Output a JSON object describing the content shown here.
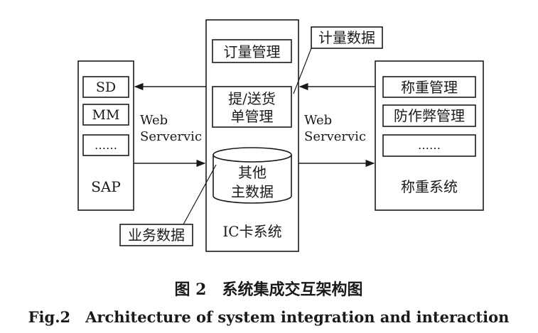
{
  "sap": {
    "modules": [
      "SD",
      "MM",
      "……"
    ],
    "label": "SAP"
  },
  "ic": {
    "boxes": [
      "订量管理",
      "提/送货",
      "单管理"
    ],
    "db_line1": "其他",
    "db_line2": "主数据",
    "label": "IC卡系统"
  },
  "weigh": {
    "modules": [
      "称重管理",
      "防作弊管理",
      "……"
    ],
    "label": "称重系统"
  },
  "links": {
    "left_line1": "Web",
    "left_line2": "Servervic",
    "right_line1": "Web",
    "right_line2": "Servervic"
  },
  "callouts": {
    "metering": "计量数据",
    "business": "业务数据"
  },
  "caption": {
    "cn": "图 2　系统集成交互架构图",
    "en": "Fig.2　Architecture of system integration and interaction"
  }
}
